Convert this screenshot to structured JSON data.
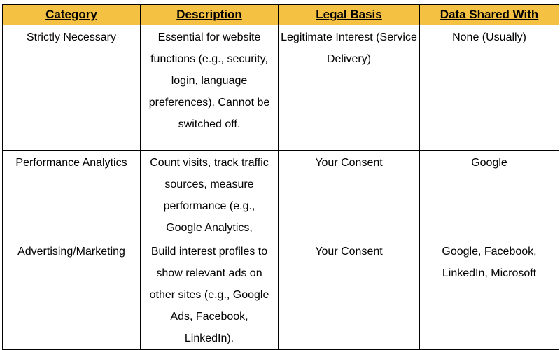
{
  "table": {
    "headers": [
      "Category",
      "Description",
      "Legal Basis",
      "Data Shared With"
    ],
    "rows": [
      {
        "category": "Strictly Necessary",
        "description": "Essential for website functions (e.g., security, login, language preferences). Cannot be switched off.",
        "legal_basis": "Legitimate Interest (Service Delivery)",
        "shared_with": "None (Usually)"
      },
      {
        "category": "Performance Analytics",
        "description": "Count visits, track traffic sources, measure performance (e.g., Google Analytics,",
        "legal_basis": "Your Consent",
        "shared_with": "Google"
      },
      {
        "category": "Advertising/Marketing",
        "description": "Build interest profiles to show relevant ads on other sites (e.g., Google Ads, Facebook, LinkedIn).",
        "legal_basis": "Your Consent",
        "shared_with": "Google, Facebook, LinkedIn, Microsoft"
      }
    ]
  },
  "colors": {
    "header_background": "#f5c143",
    "border": "#000000",
    "text": "#000000"
  }
}
